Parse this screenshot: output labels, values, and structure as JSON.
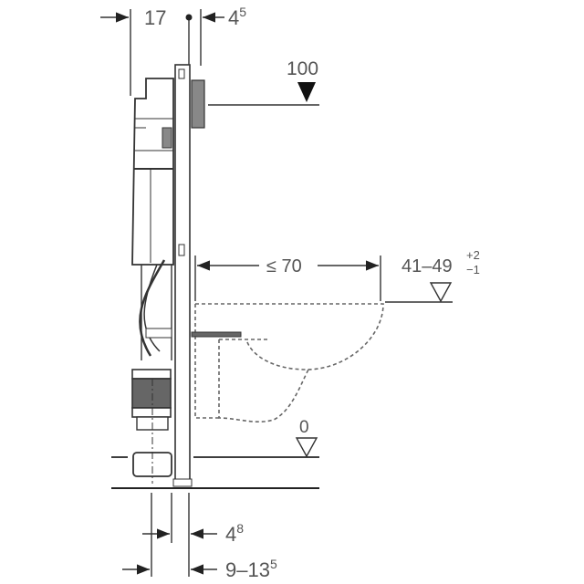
{
  "diagram": {
    "type": "installation dimension drawing",
    "subject": "wall-hung WC installation frame with concealed cistern",
    "dimensions": {
      "top_left": {
        "value": "17"
      },
      "top_right": {
        "base": "4",
        "sup": "5"
      },
      "reference_top": {
        "value": "100"
      },
      "projection": {
        "value": "≤ 70"
      },
      "seat_height": {
        "base": "41–49",
        "sup": "+2",
        "sub": "−1"
      },
      "floor_level": {
        "value": "0"
      },
      "bottom_inner": {
        "base": "4",
        "sup": "8"
      },
      "bottom_outer": {
        "base": "9–13",
        "sup": "5"
      }
    },
    "colors": {
      "line": "#333333",
      "text": "#555555",
      "fill_dark": "#666666",
      "background": "#ffffff"
    }
  }
}
